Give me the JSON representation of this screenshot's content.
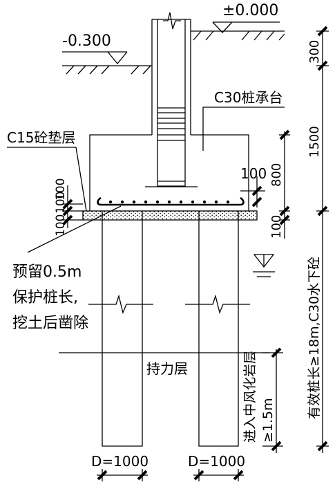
{
  "levels": {
    "ground": "±0.000",
    "excavation": "-0.300"
  },
  "labels": {
    "cap_concrete": "C30桩承台",
    "cushion": "C15砼垫层",
    "reserve_line1": "预留0.5m",
    "reserve_line2": "保护桩长,",
    "reserve_line3": "挖土后凿除",
    "bearing_layer": "持力层",
    "embed_line1": "进入中风化岩层",
    "embed_line2": "≥1.5m",
    "pile_spec": "有效桩长≥18m,C30水下砼",
    "pile_dia_left": "D=1000",
    "pile_dia_right": "D=1000"
  },
  "dims": {
    "d300": "300",
    "d1500": "1500",
    "d800": "800",
    "d100_top": "100",
    "d100_right": "100",
    "d100_left_a": "100",
    "d100_left_b": "100",
    "d100_left_c": "100"
  },
  "colors": {
    "line": "#000000",
    "background": "#ffffff"
  },
  "icons": [
    "ground-hatch",
    "elevation-marker",
    "water-table-marker",
    "break-symbol",
    "rebar-cage"
  ]
}
